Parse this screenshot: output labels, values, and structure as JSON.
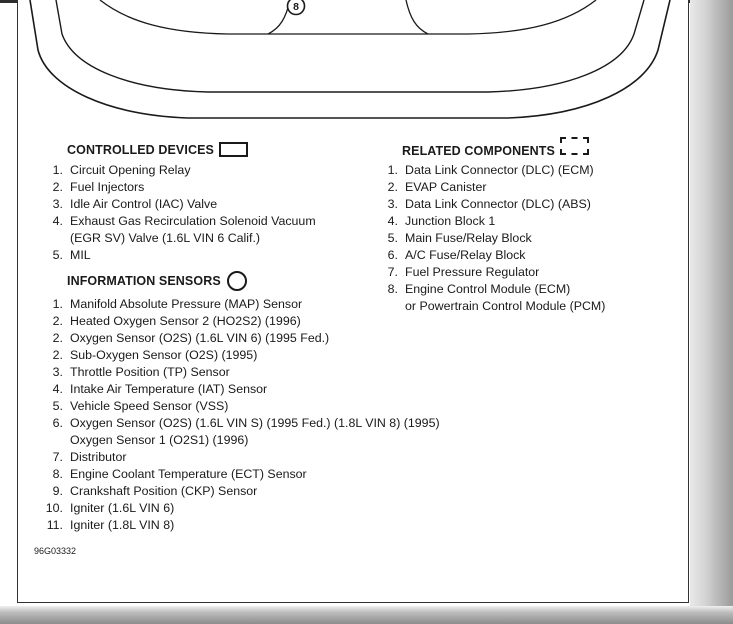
{
  "diagram": {
    "callout_number": "8"
  },
  "controlled_devices": {
    "heading": "CONTROLLED DEVICES",
    "legend_symbol": "rectangle",
    "items": [
      {
        "num": "1.",
        "lines": [
          "Circuit Opening Relay"
        ]
      },
      {
        "num": "2.",
        "lines": [
          "Fuel Injectors"
        ]
      },
      {
        "num": "3.",
        "lines": [
          "Idle Air Control (IAC) Valve"
        ]
      },
      {
        "num": "4.",
        "lines": [
          "Exhaust Gas Recirculation Solenoid Vacuum",
          "(EGR SV) Valve (1.6L VIN 6 Calif.)"
        ]
      },
      {
        "num": "5.",
        "lines": [
          "MIL"
        ]
      }
    ]
  },
  "information_sensors": {
    "heading": "INFORMATION SENSORS",
    "legend_symbol": "circle",
    "items": [
      {
        "num": "1.",
        "lines": [
          "Manifold Absolute Pressure (MAP) Sensor"
        ]
      },
      {
        "num": "2.",
        "lines": [
          "Heated Oxygen Sensor 2 (HO2S2) (1996)"
        ]
      },
      {
        "num": "2.",
        "lines": [
          "Oxygen Sensor (O2S) (1.6L VIN 6) (1995 Fed.)"
        ]
      },
      {
        "num": "2.",
        "lines": [
          "Sub-Oxygen Sensor (O2S) (1995)"
        ]
      },
      {
        "num": "3.",
        "lines": [
          "Throttle Position (TP) Sensor"
        ]
      },
      {
        "num": "4.",
        "lines": [
          "Intake Air Temperature (IAT) Sensor"
        ]
      },
      {
        "num": "5.",
        "lines": [
          "Vehicle Speed Sensor (VSS)"
        ]
      },
      {
        "num": "6.",
        "lines": [
          "Oxygen Sensor (O2S) (1.6L VIN S) (1995 Fed.) (1.8L VIN 8) (1995)",
          "Oxygen Sensor 1 (O2S1) (1996)"
        ]
      },
      {
        "num": "7.",
        "lines": [
          "Distributor"
        ]
      },
      {
        "num": "8.",
        "lines": [
          "Engine Coolant Temperature (ECT) Sensor"
        ]
      },
      {
        "num": "9.",
        "lines": [
          "Crankshaft Position (CKP) Sensor"
        ]
      },
      {
        "num": "10.",
        "lines": [
          "Igniter (1.6L VIN 6)"
        ]
      },
      {
        "num": "11.",
        "lines": [
          "Igniter (1.8L VIN 8)"
        ]
      }
    ]
  },
  "related_components": {
    "heading": "RELATED COMPONENTS",
    "legend_symbol": "dashed-rectangle",
    "items": [
      {
        "num": "1.",
        "lines": [
          "Data Link Connector (DLC) (ECM)"
        ]
      },
      {
        "num": "2.",
        "lines": [
          "EVAP Canister"
        ]
      },
      {
        "num": "3.",
        "lines": [
          "Data Link Connector (DLC) (ABS)"
        ]
      },
      {
        "num": "4.",
        "lines": [
          "Junction Block 1"
        ]
      },
      {
        "num": "5.",
        "lines": [
          "Main Fuse/Relay Block"
        ]
      },
      {
        "num": "6.",
        "lines": [
          "A/C Fuse/Relay Block"
        ]
      },
      {
        "num": "7.",
        "lines": [
          "Fuel Pressure Regulator"
        ]
      },
      {
        "num": "8.",
        "lines": [
          "Engine Control Module (ECM)",
          "or Powertrain Control Module (PCM)"
        ]
      }
    ]
  },
  "figure_code": "96G03332"
}
